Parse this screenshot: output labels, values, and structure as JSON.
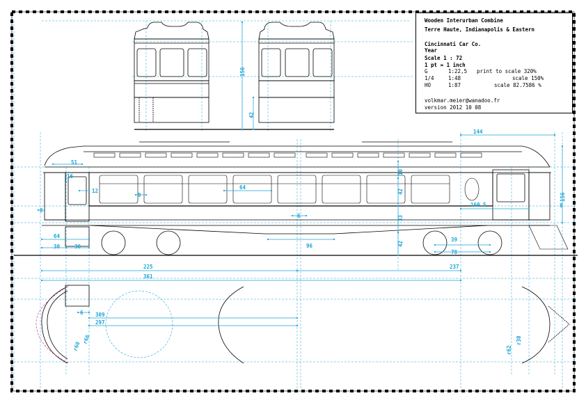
{
  "title_block": {
    "title_line1": "Wooden Interurban Combine",
    "title_line2": "Terre Haute, Indianapolis & Eastern",
    "builder": "Cincinnati Car Co.",
    "year_label": "Year",
    "scale": "Scale 1 : 72",
    "pt_rule": "1 pt = 1 inch",
    "scales": [
      {
        "gauge": "G",
        "ratio": "1:22,5",
        "note": "print to scale 320%"
      },
      {
        "gauge": "1/4",
        "ratio": "1:48",
        "note": "scale 150%"
      },
      {
        "gauge": "HO",
        "ratio": "1:87",
        "note": "scale 82.7586 %"
      }
    ],
    "email": "volkmar.meier@wanadoo.fr",
    "version": "version 2012 10 08"
  },
  "dimensions": {
    "end_height": "156",
    "end_floor": "42",
    "roof_end": "144",
    "d51": "51",
    "d16": "16",
    "d12": "12",
    "d9": "9",
    "d64_side": "64",
    "d10": "10",
    "d42_side": "42",
    "d156_side": "156",
    "d8_left": "8",
    "d169": "169.5",
    "d6_mid": "6",
    "d33": "33",
    "d8_right": "8",
    "d64_step": "64",
    "d30a": "30",
    "d30b": "30",
    "d96": "96",
    "d39": "39",
    "d78": "78",
    "d42_truck": "42",
    "d225": "225",
    "d237": "237",
    "d361": "361",
    "d6_plan": "6",
    "d309": "309",
    "d297": "297",
    "r60": "r60",
    "r66": "r66",
    "r62": "r62",
    "r30": "r30"
  }
}
